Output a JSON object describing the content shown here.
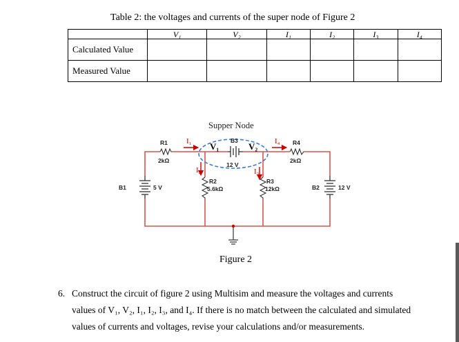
{
  "table": {
    "caption": "Table 2: the voltages and currents of the super node of Figure 2",
    "headers": [
      "",
      "V₁",
      "V₂",
      "I₁",
      "I₂",
      "I₃",
      "I₄"
    ],
    "rows": [
      {
        "label": "Calculated Value"
      },
      {
        "label": "Measured Value"
      }
    ]
  },
  "figure": {
    "supernode_label": "Supper Node",
    "components": {
      "b1": {
        "name": "B1",
        "value": "5 V"
      },
      "b2": {
        "name": "B2",
        "value": "12 V"
      },
      "b3": {
        "name": "B3",
        "value": "12 V"
      },
      "r1": {
        "name": "R1",
        "value": "2kΩ"
      },
      "r2": {
        "name": "R2",
        "value": "5.6kΩ"
      },
      "r3": {
        "name": "R3",
        "value": "12kΩ"
      },
      "r4": {
        "name": "R4",
        "value": "2kΩ"
      }
    },
    "node_labels": {
      "v1": "V₁",
      "v2": "V₂"
    },
    "current_labels": {
      "i1": "I₁",
      "i2": "I₂",
      "i3": "I₃",
      "i4": "I₄"
    },
    "caption": "Figure 2"
  },
  "instructions": {
    "number": "6.",
    "line1": "Construct the circuit of figure 2 using Multisim and measure the voltages and currents",
    "line2": "values of V₁, V₂, I₁, I₂, I₃, and I₄. If there is no match between the calculated and simulated",
    "line3": "values of currents and voltages, revise your calculations and/or measurements."
  },
  "colors": {
    "wire": "#d9534f",
    "supernode": "#3a7bd5",
    "arrow": "#cc0000",
    "component": "#333333"
  }
}
